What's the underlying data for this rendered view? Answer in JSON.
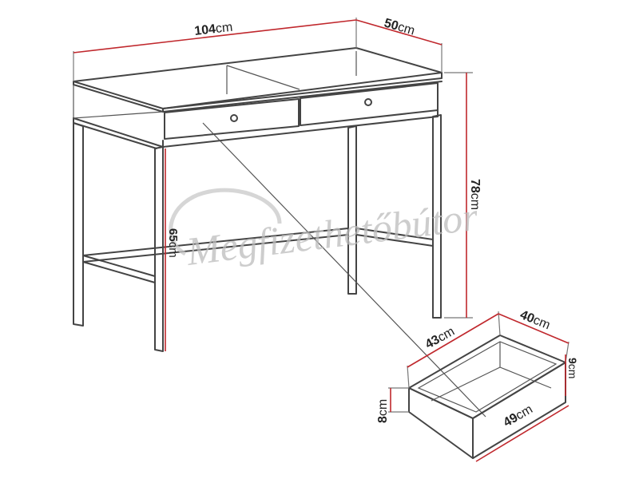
{
  "dimensions": {
    "width": {
      "value": "104",
      "unit": "cm"
    },
    "depth": {
      "value": "50",
      "unit": "cm"
    },
    "height": {
      "value": "78",
      "unit": "cm"
    },
    "leg_height": {
      "value": "65",
      "unit": "cm"
    },
    "drawer_width": {
      "value": "43",
      "unit": "cm"
    },
    "drawer_depth": {
      "value": "40",
      "unit": "cm"
    },
    "drawer_outer_height": {
      "value": "9",
      "unit": "cm"
    },
    "drawer_inner_height": {
      "value": "8",
      "unit": "cm"
    },
    "drawer_length": {
      "value": "49",
      "unit": "cm"
    }
  },
  "watermark": {
    "text": "Megfizethetőbútor"
  },
  "colors": {
    "dimension_line": "#c0282d",
    "drawing_line": "#444444",
    "watermark": "#bdbdbd"
  }
}
